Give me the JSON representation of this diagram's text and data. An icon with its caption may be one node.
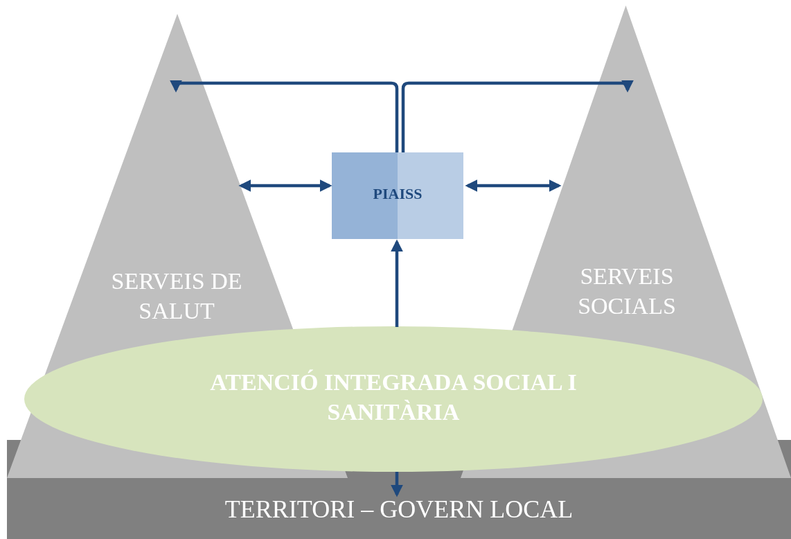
{
  "diagram": {
    "nodes": [
      {
        "text": [
          "SERVEIS DE SALUT"
        ]
      },
      {
        "text": [
          "SERVEIS SOCIALS"
        ]
      },
      {
        "text": [
          "PIAISS"
        ]
      },
      {
        "text": [
          "ATENCIÓ INTEGRADA SOCIAL I SANITÀRIA"
        ]
      },
      {
        "text": [
          "TERRITORI – GOVERN LOCAL"
        ]
      }
    ],
    "edges": [
      {
        "from": 2,
        "to": 0,
        "arrow": "to"
      },
      {
        "from": 2,
        "to": 1,
        "arrow": "to"
      },
      {
        "from": 0,
        "to": 2,
        "arrow": "both"
      },
      {
        "from": 2,
        "to": 1,
        "arrow": "both"
      },
      {
        "from": 3,
        "to": 2,
        "arrow": "to"
      },
      {
        "from": 3,
        "to": 4,
        "arrow": "to"
      }
    ]
  }
}
